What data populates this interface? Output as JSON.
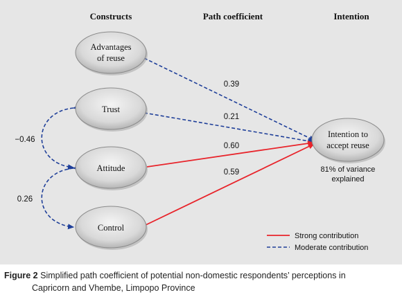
{
  "headers": {
    "constructs": "Constructs",
    "path_coefficient": "Path coefficient",
    "intention": "Intention"
  },
  "nodes": {
    "advantages": [
      "Advantages",
      "of reuse"
    ],
    "trust": "Trust",
    "attitude": "Attitude",
    "control": "Control",
    "intention": [
      "Intention to",
      "accept reuse"
    ]
  },
  "variance": [
    "81% of variance",
    "explained"
  ],
  "coefficients": {
    "advantages": "0.39",
    "trust": "0.21",
    "attitude": "0.60",
    "control": "0.59",
    "trust_attitude": "−0.46",
    "attitude_control": "0.26"
  },
  "legend": {
    "strong": "Strong contribution",
    "moderate": "Moderate contribution"
  },
  "colors": {
    "strong": "#e8232a",
    "moderate": "#1f3f99",
    "panel": "#e6e6e6"
  },
  "caption": {
    "label": "Figure 2",
    "line1": "Simplified path coefficient of potential non-domestic respondents’ perceptions in",
    "line2": "Capricorn and Vhembe, Limpopo Province"
  }
}
